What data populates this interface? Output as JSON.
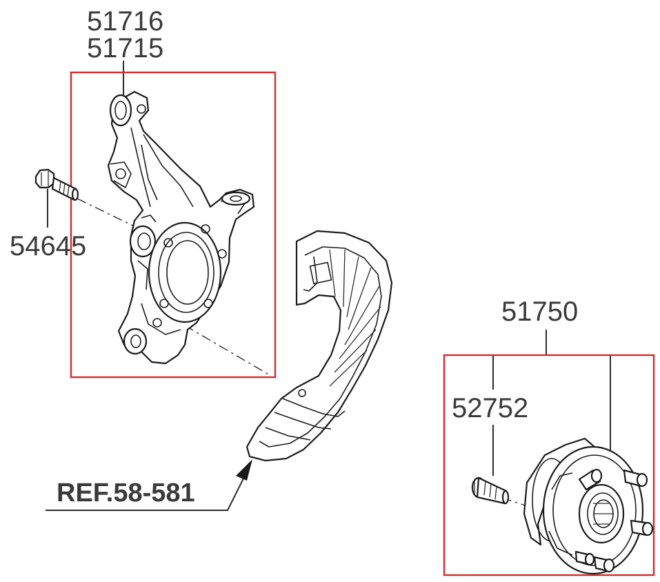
{
  "labels": {
    "knuckle_a": "51716",
    "knuckle_b": "51715",
    "bolt": "54645",
    "hub_assembly": "51750",
    "hub_bolt": "52752",
    "reference": "REF.58-581"
  },
  "colors": {
    "frame": "#d42a2a",
    "linework": "#1a1a1a",
    "text": "#3a3a3a"
  }
}
